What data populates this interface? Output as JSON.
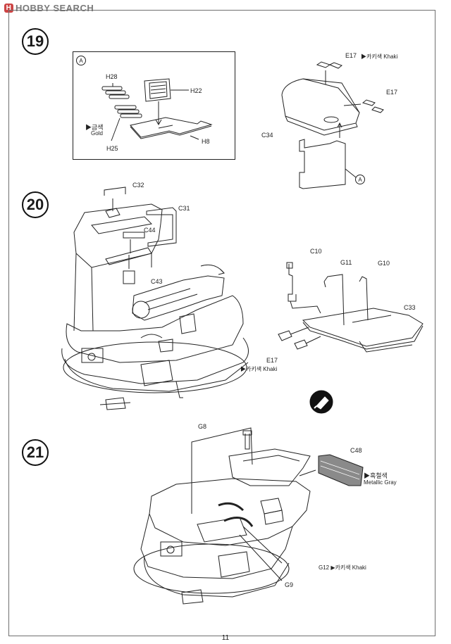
{
  "watermark": {
    "logo": "H",
    "text": "HOBBY SEARCH"
  },
  "steps": {
    "s19": "19",
    "s20": "20",
    "s21": "21"
  },
  "step19": {
    "inset_mark": "A",
    "h28": "H28",
    "h22": "H22",
    "gold_ko": "▶금색",
    "gold_en": "Gold",
    "h25": "H25",
    "h8": "H8",
    "e17_top": "E17",
    "khaki_top": "▶카키색 Khaki",
    "e17_right": "E17",
    "c34": "C34",
    "mark_a": "A"
  },
  "step20": {
    "c32": "C32",
    "c31": "C31",
    "c44": "C44",
    "c43": "C43",
    "c10": "C10",
    "g11": "G11",
    "g10": "G10",
    "c33": "C33",
    "e17": "E17",
    "khaki": "▶카키색 Khaki"
  },
  "step21": {
    "g8": "G8",
    "c48": "C48",
    "metallic_ko": "▶흑철색",
    "metallic_en": "Metallic Gray",
    "g12": "G12 ▶카키색 Khaki",
    "g9": "G9"
  },
  "page_number": "11"
}
